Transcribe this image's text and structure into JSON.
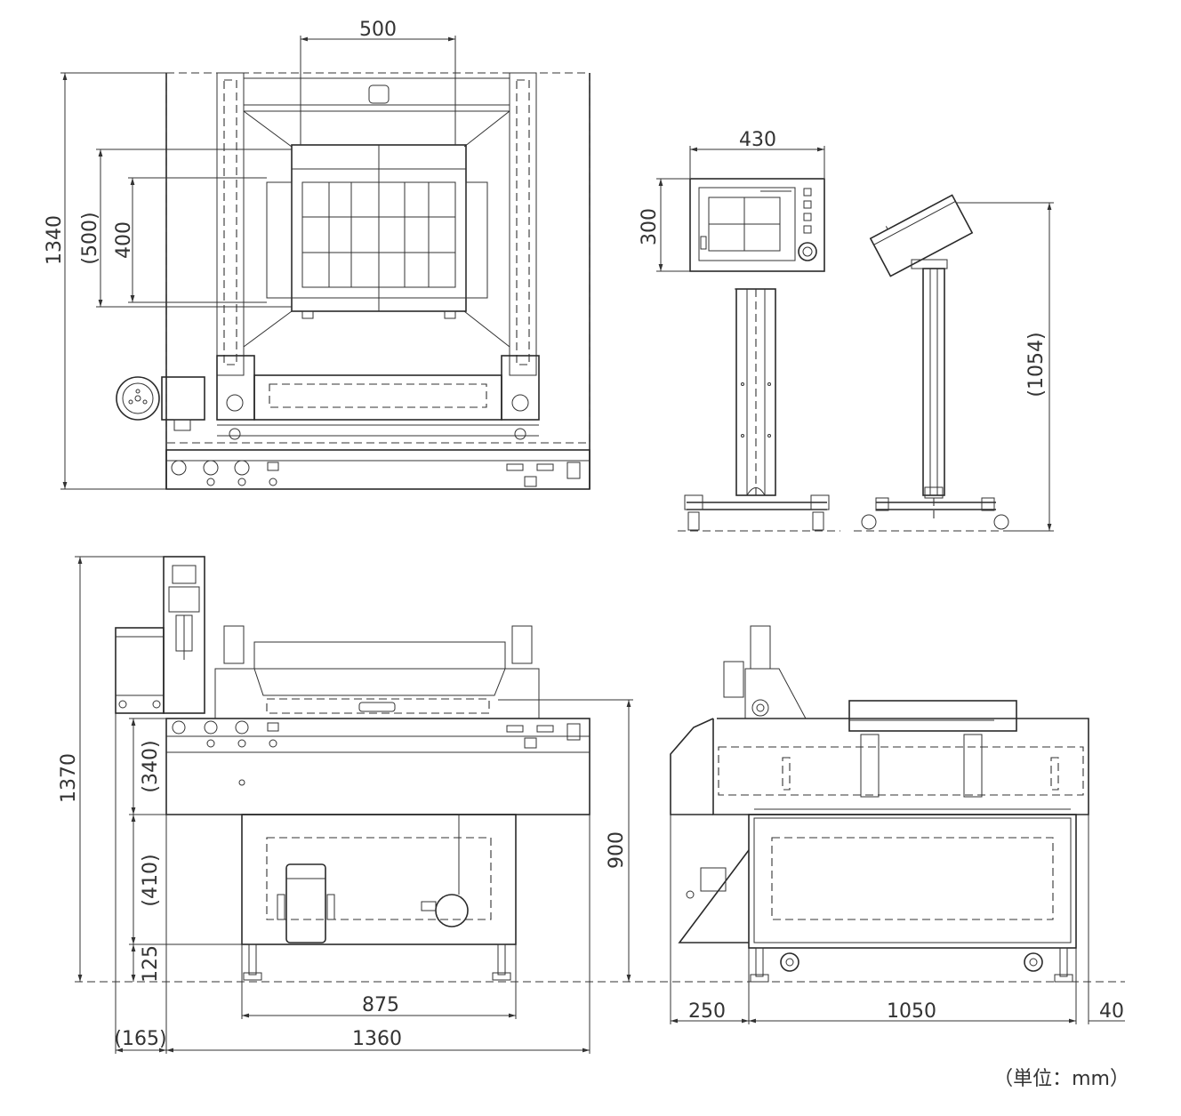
{
  "dimensions": {
    "top_width": "500",
    "top_height": "1340",
    "top_inner_paren": "(500)",
    "top_inner": "400",
    "panel_width": "430",
    "panel_height": "300",
    "stand_height": "(1054)",
    "front_height": "1370",
    "front_upper": "(340)",
    "front_middle": "(410)",
    "front_lower": "125",
    "front_900": "900",
    "front_base_width": "875",
    "front_overhang": "(165)",
    "front_width": "1360",
    "side_left": "250",
    "side_depth": "1050",
    "side_right": "40"
  },
  "unit_note": "（単位：mm）"
}
